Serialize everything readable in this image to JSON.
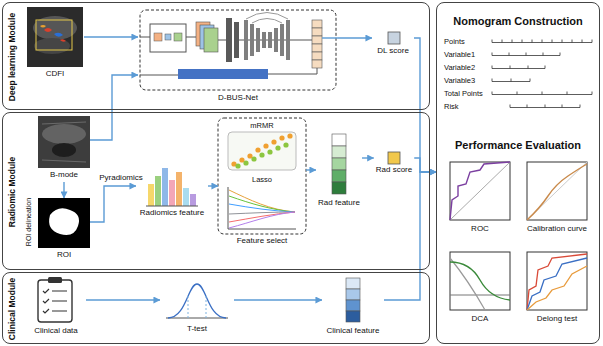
{
  "diagram": {
    "nodes": [
      {
        "text": [
          "Deep learning Module"
        ]
      },
      {
        "text": [
          "CDFI"
        ],
        "in": 0
      },
      {
        "text": [
          "D-BUS-Net"
        ],
        "in": 0
      },
      {
        "text": [
          "DL score"
        ],
        "in": 0
      },
      {
        "text": [
          "Radiomic Module"
        ]
      },
      {
        "text": [
          "B-mode"
        ],
        "in": 4
      },
      {
        "text": [
          "ROI"
        ],
        "in": 4
      },
      {
        "text": [
          "Radiomics feature"
        ],
        "in": 4
      },
      {
        "text": [
          "Feature select"
        ],
        "in": 4
      },
      {
        "text": [
          "mRMR"
        ],
        "in": 8
      },
      {
        "text": [
          "Lasso"
        ],
        "in": 8
      },
      {
        "text": [
          "Rad feature"
        ],
        "in": 4
      },
      {
        "text": [
          "Rad score"
        ],
        "in": 4
      },
      {
        "text": [
          "Clinical Module"
        ]
      },
      {
        "text": [
          "Clinical data"
        ],
        "in": 13
      },
      {
        "text": [
          "T-test"
        ],
        "in": 13
      },
      {
        "text": [
          "Clinical feature"
        ],
        "in": 13
      },
      {
        "text": [
          "Nomogram Construction",
          "Performance Evaluation"
        ]
      },
      {
        "text": [
          "ROC"
        ],
        "in": 17
      },
      {
        "text": [
          "Calibration curve"
        ],
        "in": 17
      },
      {
        "text": [
          "DCA"
        ],
        "in": 17
      },
      {
        "text": [
          "Delong test"
        ],
        "in": 17
      }
    ],
    "edges": [
      {
        "from": 1,
        "to": 2,
        "arrow": "to"
      },
      {
        "from": 5,
        "to": 2,
        "arrow": "to"
      },
      {
        "from": 2,
        "to": 3,
        "arrow": "to"
      },
      {
        "from": 5,
        "to": 6,
        "arrow": "to"
      },
      {
        "from": 6,
        "to": 7,
        "label": "Pyradiomics",
        "arrow": "to"
      },
      {
        "from": 7,
        "to": 8,
        "arrow": "to"
      },
      {
        "from": 8,
        "to": 11,
        "arrow": "to"
      },
      {
        "from": 11,
        "to": 12,
        "arrow": "to"
      },
      {
        "from": 14,
        "to": 15,
        "arrow": "to"
      },
      {
        "from": 15,
        "to": 16,
        "arrow": "to"
      },
      {
        "from": 3,
        "to": 17,
        "arrow": "to"
      },
      {
        "from": 12,
        "to": 17,
        "arrow": "to"
      },
      {
        "from": 16,
        "to": 17,
        "arrow": "to"
      }
    ],
    "labels": [
      "ROI delineation",
      "Points",
      "Variable1",
      "Variable2",
      "Variable3",
      "Total Points",
      "Risk"
    ]
  }
}
